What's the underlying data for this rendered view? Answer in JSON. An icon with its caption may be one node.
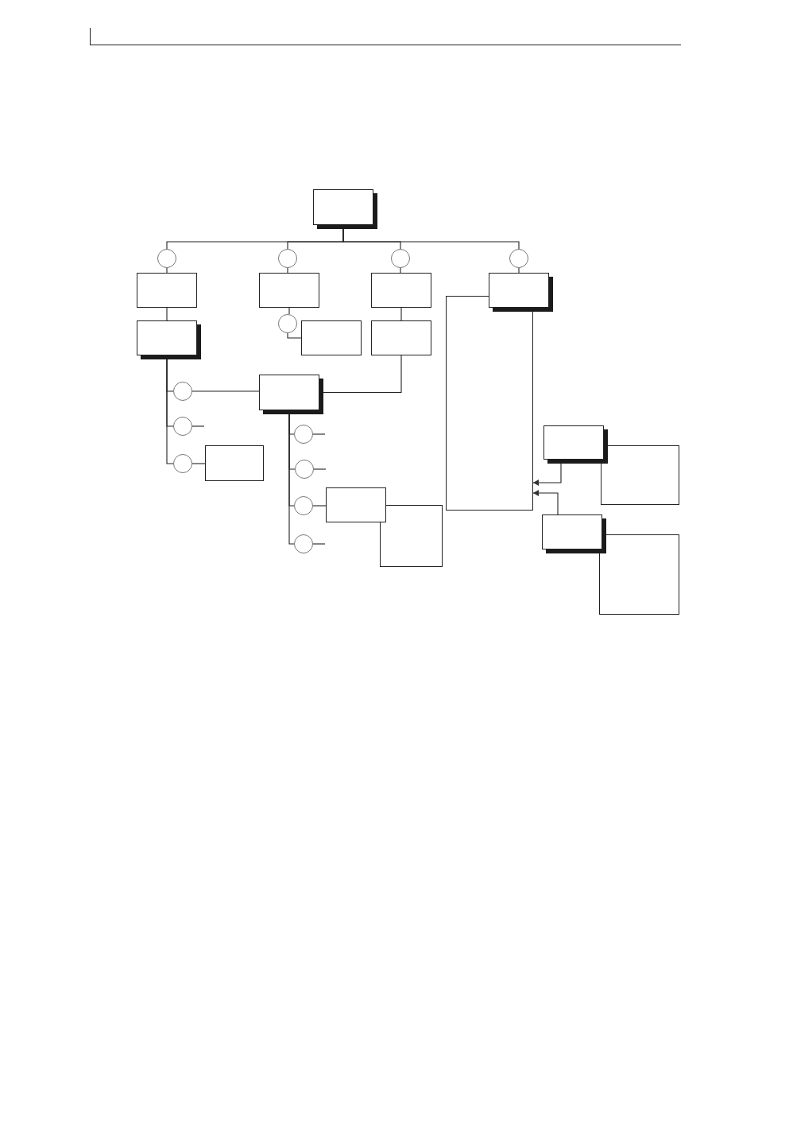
{
  "diagram": {
    "nodes": [
      {
        "text": [],
        "shape": "box"
      },
      {
        "text": [],
        "shape": "circle"
      },
      {
        "text": [],
        "shape": "circle"
      },
      {
        "text": [],
        "shape": "circle"
      },
      {
        "text": [],
        "shape": "circle"
      },
      {
        "text": [],
        "shape": "box"
      },
      {
        "text": [],
        "shape": "box"
      },
      {
        "text": [],
        "shape": "box"
      },
      {
        "text": [],
        "shape": "box"
      },
      {
        "text": [],
        "shape": "box"
      },
      {
        "text": [],
        "shape": "circle"
      },
      {
        "text": [],
        "shape": "box"
      },
      {
        "text": [],
        "shape": "box"
      },
      {
        "text": [],
        "shape": "circle"
      },
      {
        "text": [],
        "shape": "box"
      },
      {
        "text": [],
        "shape": "circle"
      },
      {
        "text": [],
        "shape": "circle"
      },
      {
        "text": [],
        "shape": "circle"
      },
      {
        "text": [],
        "shape": "box"
      },
      {
        "text": [],
        "shape": "circle"
      },
      {
        "text": [],
        "shape": "circle"
      },
      {
        "text": [],
        "shape": "box"
      },
      {
        "text": [],
        "shape": "circle"
      },
      {
        "text": [],
        "shape": "box"
      },
      {
        "text": [],
        "shape": "box"
      },
      {
        "text": [],
        "shape": "box"
      },
      {
        "text": [],
        "shape": "box"
      },
      {
        "text": [],
        "shape": "box"
      },
      {
        "text": [],
        "shape": "box"
      }
    ],
    "edges": [
      {
        "from": 0,
        "to": 1,
        "arrow": "none"
      },
      {
        "from": 0,
        "to": 2,
        "arrow": "none"
      },
      {
        "from": 0,
        "to": 3,
        "arrow": "none"
      },
      {
        "from": 0,
        "to": 4,
        "arrow": "none"
      },
      {
        "from": 1,
        "to": 5,
        "arrow": "none"
      },
      {
        "from": 2,
        "to": 6,
        "arrow": "none"
      },
      {
        "from": 3,
        "to": 7,
        "arrow": "none"
      },
      {
        "from": 4,
        "to": 8,
        "arrow": "none"
      },
      {
        "from": 5,
        "to": 9,
        "arrow": "none"
      },
      {
        "from": 6,
        "to": 10,
        "arrow": "none"
      },
      {
        "from": 10,
        "to": 11,
        "arrow": "none"
      },
      {
        "from": 7,
        "to": 12,
        "arrow": "none"
      },
      {
        "from": 9,
        "to": 13,
        "arrow": "none"
      },
      {
        "from": 9,
        "to": 15,
        "arrow": "none"
      },
      {
        "from": 9,
        "to": 17,
        "arrow": "none"
      },
      {
        "from": 13,
        "to": 14,
        "arrow": "none"
      },
      {
        "from": 12,
        "to": 14,
        "arrow": "none"
      },
      {
        "from": 15,
        "to": null,
        "arrow": "none"
      },
      {
        "from": 17,
        "to": 18,
        "arrow": "none"
      },
      {
        "from": 14,
        "to": 16,
        "arrow": "none"
      },
      {
        "from": 14,
        "to": 19,
        "arrow": "none"
      },
      {
        "from": 14,
        "to": 20,
        "arrow": "none"
      },
      {
        "from": 14,
        "to": 22,
        "arrow": "none"
      },
      {
        "from": 16,
        "to": null,
        "arrow": "none"
      },
      {
        "from": 19,
        "to": null,
        "arrow": "none"
      },
      {
        "from": 20,
        "to": 21,
        "arrow": "none"
      },
      {
        "from": 22,
        "to": null,
        "arrow": "none"
      },
      {
        "from": 25,
        "to": 24,
        "arrow": "to"
      },
      {
        "from": 27,
        "to": 24,
        "arrow": "to"
      }
    ]
  }
}
